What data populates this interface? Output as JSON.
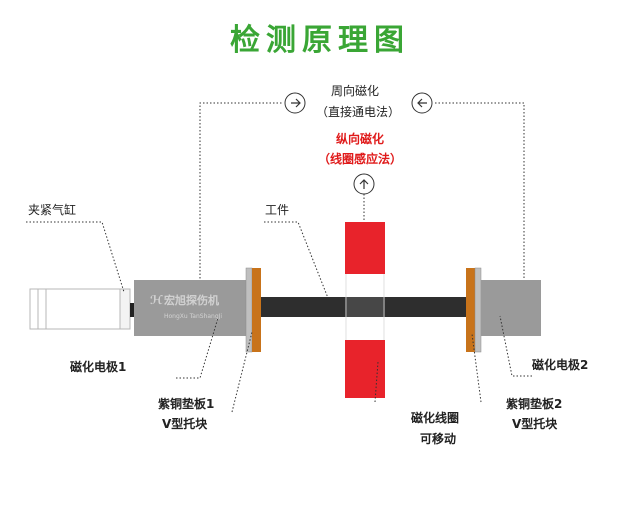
{
  "title": "检测原理图",
  "circumferential": {
    "line1": "周向磁化",
    "line2": "（直接通电法）"
  },
  "longitudinal": {
    "line1": "纵向磁化",
    "line2": "（线圈感应法）"
  },
  "labels": {
    "clamp_cylinder": "夹紧气缸",
    "workpiece": "工件",
    "electrode_1": "磁化电极1",
    "electrode_2": "磁化电极2",
    "copper_pad_1": "紫铜垫板1",
    "v_block_1": "V型托块",
    "copper_pad_2": "紫铜垫板2",
    "v_block_2": "V型托块",
    "coil_1": "磁化线圈",
    "coil_2": "可移动"
  },
  "watermark": {
    "main": "宏旭探伤机",
    "sub": "HongXu TanShangJi"
  },
  "colors": {
    "title": "#3aa635",
    "highlight": "#e01b1b",
    "coil": "#e8232b",
    "electrode": "#9a9a9a",
    "copper": "#c8731a",
    "workpiece": "#2e2e2e"
  },
  "icons": {
    "direction": "circle-arrow-icon"
  }
}
